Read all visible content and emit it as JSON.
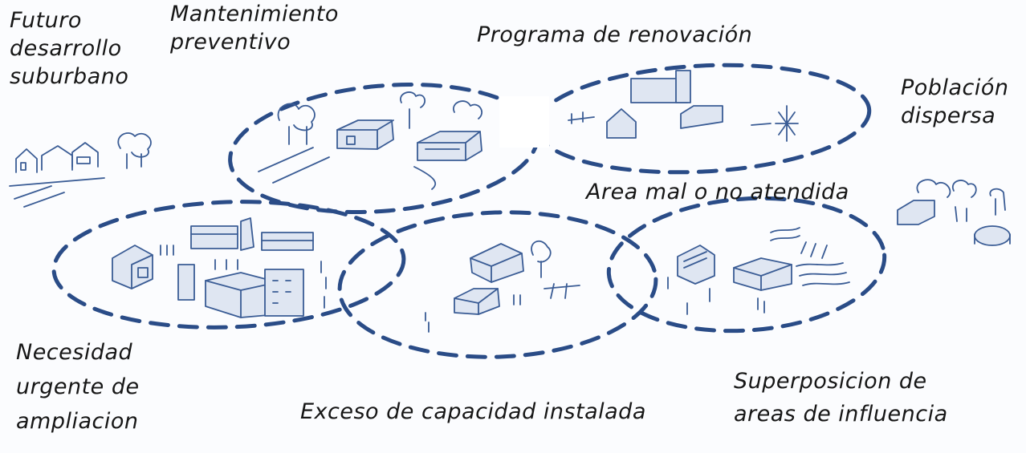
{
  "labels": {
    "futuro": [
      "Futuro",
      "desarrollo",
      "suburbano"
    ],
    "mantenimiento": [
      "Mantenimiento",
      "preventivo"
    ],
    "programa": "Programa de renovación",
    "poblacion": [
      "Población",
      "dispersa"
    ],
    "area_mal": "Area mal o no atendida",
    "necesidad": [
      "Necesidad",
      "urgente de",
      "ampliacion"
    ],
    "exceso": "Exceso de capacidad instalada",
    "superposicion": [
      "Superposicion de",
      "areas de influencia"
    ]
  },
  "colors": {
    "ink": "#2a4c87",
    "text": "#161616",
    "paper": "#fbfcfe"
  }
}
